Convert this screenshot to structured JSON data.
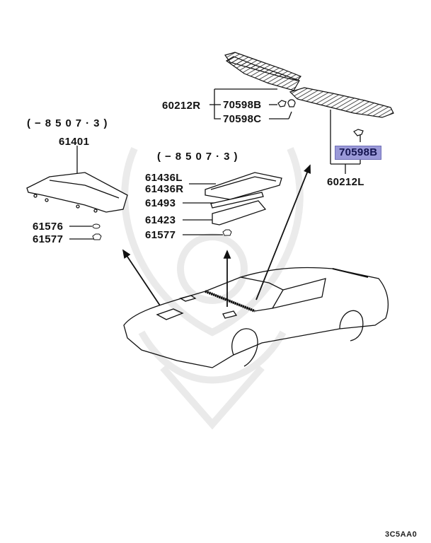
{
  "diagram": {
    "type": "exploded-parts-diagram",
    "subject": "Hood scoops / vents and cowl top grille (sports coupe)",
    "date_notes": {
      "spoiler_group": "(−8507·3)",
      "vent_group": "(−8507·3)"
    },
    "parts": {
      "cowl_grille_right": "60212R",
      "cowl_clip_b_right": "70598B",
      "cowl_clip_c": "70598C",
      "cowl_clip_b_left": "70598B",
      "cowl_grille_left": "60212L",
      "hood_scoop": "61401",
      "scoop_grommet": "61576",
      "scoop_nut": "61577",
      "vent_l": "61436L",
      "vent_r": "61436R",
      "vent_seal": "61493",
      "vent_duct": "61423",
      "vent_nut": "61577"
    },
    "highlighted_part": "70598B",
    "highlight_color": "#9a99d8",
    "diagram_code": "3C5AA0"
  }
}
